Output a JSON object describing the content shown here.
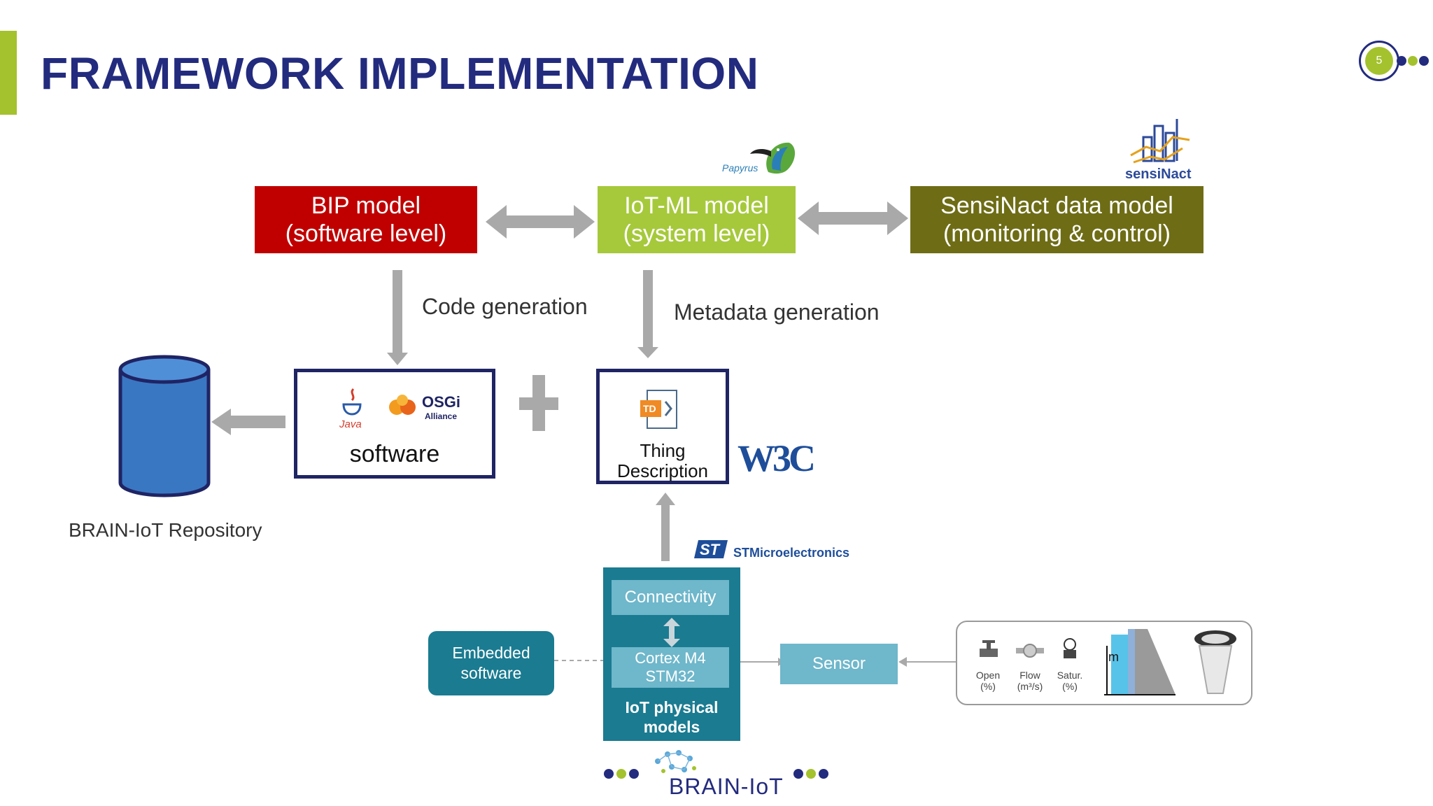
{
  "header": {
    "title": "FRAMEWORK IMPLEMENTATION",
    "page_number": "5"
  },
  "models": {
    "bip": {
      "label": "BIP model\n(software level)",
      "color": "#c00000"
    },
    "iotml": {
      "label": "IoT-ML model\n(system level)",
      "color": "#a6c93b"
    },
    "sensinact": {
      "label": "SensiNact data model\n(monitoring & control)",
      "color": "#6e6d16"
    }
  },
  "logos": {
    "papyrus": "Papyrus",
    "sensinact": "sensiNact",
    "java": "Java",
    "osgi": "OSGi",
    "osgi_sub": "Alliance",
    "td": "TD",
    "w3c": "W3C",
    "st": "STMicroelectronics",
    "brain_iot": "BRAIN-IoT"
  },
  "flows": {
    "code_generation": "Code generation",
    "metadata_generation": "Metadata generation"
  },
  "software_box": {
    "label": "software"
  },
  "td_box": {
    "label": "Thing\nDescription"
  },
  "repository": {
    "label": "BRAIN-IoT  Repository"
  },
  "iot": {
    "connectivity": "Connectivity",
    "cortex": "Cortex M4\nSTM32",
    "physical_models": "IoT physical\nmodels",
    "embedded": "Embedded\nsoftware",
    "sensor": "Sensor"
  },
  "sensor_panel": {
    "open": "Open\n(%)",
    "flow": "Flow\n(m³/s)",
    "satur": "Satur.\n(%)",
    "m": "m"
  }
}
